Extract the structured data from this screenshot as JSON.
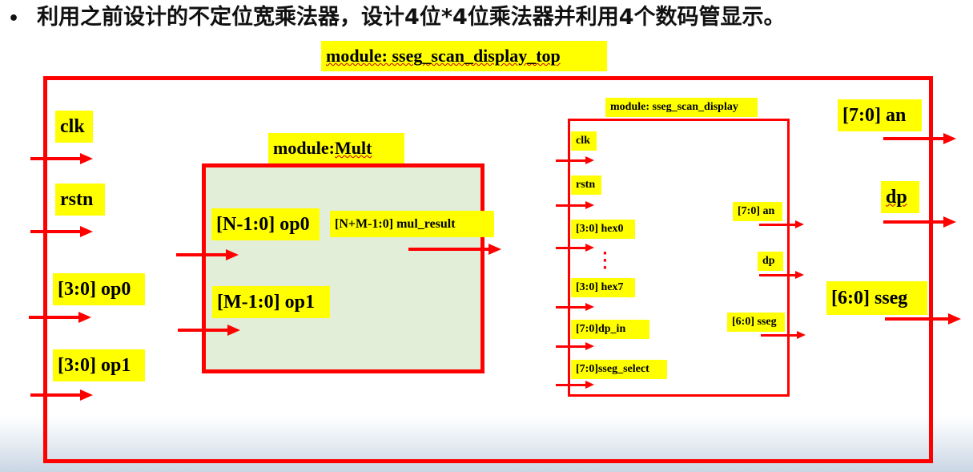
{
  "title": {
    "bullet": "•",
    "text": "利用之前设计的不定位宽乘法器，设计4位*4位乘法器并利用4个数码管显示。"
  },
  "top_module": {
    "label": "module: sseg_scan_display_top",
    "inputs": [
      "clk",
      "rstn",
      "[3:0] op0",
      "[3:0] op1"
    ],
    "outputs": [
      "[7:0] an",
      "dp",
      "[6:0] sseg"
    ]
  },
  "mult_module": {
    "label_prefix": "module: ",
    "label_name": "Mult",
    "inputs": [
      "[N-1:0] op0",
      "[M-1:0] op1"
    ],
    "output": "[N+M-1:0] mul_result",
    "fill_color": "#e2eed8"
  },
  "scan_module": {
    "label": "module: sseg_scan_display",
    "inputs": [
      "clk",
      "rstn",
      "[3:0] hex0",
      "[3:0] hex7",
      "[7:0]dp_in",
      "[7:0]sseg_select"
    ],
    "ellipsis": "⋮",
    "outputs": [
      "[7:0] an",
      "dp",
      "[6:0] sseg"
    ]
  },
  "colors": {
    "wire": "#ff0000",
    "label_bg": "#ffff00"
  }
}
